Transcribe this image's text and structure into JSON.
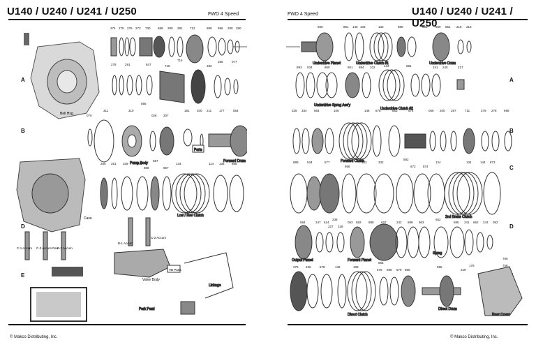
{
  "header": {
    "left_title": "U140 / U240 / U241 / U250",
    "left_subtitle": "FWD 4 Speed",
    "right_subtitle": "FWD 4 Speed",
    "right_title": "U140 / U240 / U241 / U250"
  },
  "rows": [
    "A",
    "B",
    "C",
    "D",
    "E"
  ],
  "left_labels": {
    "bell_housing": "Bell Hsg.",
    "pump_body": "Pump Body",
    "forward_drum": "Forward Drum",
    "case": "Case",
    "low_rev_clutch": "Low / Rev Clutch",
    "c1_accum": "C-1 Accum",
    "c3_accum": "C-3 Accum Rev",
    "b3_accum": "B-3 Accum",
    "b1_accum": "B-1 Accum",
    "c2_accum": "C-2 Accum",
    "valve_body": "Valve Body",
    "linkage": "Linkage",
    "park_pawl": "Park Pawl",
    "parts_box": "Parts",
    "vb_parts": "VB Parts"
  },
  "right_labels": {
    "underdrive_planet": "Underdrive Planet",
    "underdrive_drum": "Underdrive Drum",
    "underdrive_clutch_1": "Underdrive Clutch #1",
    "underdrive_sprag": "Underdrive Sprag Ass'y",
    "underdrive_clutch_2": "Underdrive Clutch #2",
    "forward_clutch": "Forward Clutch",
    "second_brake_clutch": "2nd Brake Clutch",
    "output_planet": "Output Planet",
    "forward_planet": "Forward Planet",
    "direct_clutch": "Direct Clutch",
    "direct_drum": "Direct Drum",
    "rear_cover": "Rear Cover",
    "sprag": "Sprag"
  },
  "part_numbers": {
    "a_left_top": [
      "274",
      "275",
      "276",
      "273",
      "730",
      "689",
      "280",
      "281",
      "712",
      "899",
      "596",
      "280",
      "280"
    ],
    "a_left_bottom": [
      "278",
      "291",
      "847",
      "716",
      "715",
      "282",
      "286",
      "077"
    ],
    "b_left": [
      "070",
      "311",
      "310",
      "556",
      "026",
      "307",
      "181",
      "200",
      "211",
      "177",
      "554"
    ],
    "c_left": [
      "250",
      "251",
      "339",
      "338",
      "567",
      "858",
      "657",
      "134",
      "114",
      "135",
      "885"
    ],
    "a_right_top": [
      "566",
      "861",
      "145",
      "103",
      "133",
      "580",
      "606",
      "559",
      "551",
      "216",
      "215"
    ],
    "a_right_bottom": [
      "893",
      "034",
      "850",
      "861",
      "894",
      "102",
      "133",
      "581",
      "241",
      "240",
      "217"
    ],
    "b_right": [
      "335",
      "334",
      "564",
      "108",
      "146",
      "678",
      "553",
      "574",
      "050",
      "200",
      "287",
      "711",
      "279",
      "278",
      "698"
    ],
    "c_right": [
      "889",
      "534",
      "577",
      "958",
      "333",
      "332",
      "582",
      "672",
      "874",
      "124",
      "134",
      "144",
      "873"
    ],
    "d_right": [
      "584",
      "247",
      "614",
      "238",
      "227",
      "239",
      "053",
      "582",
      "888",
      "622",
      "242",
      "899",
      "863",
      "652",
      "695",
      "241",
      "662",
      "243",
      "052"
    ],
    "e_right": [
      "275",
      "226",
      "678",
      "146",
      "108",
      "565",
      "575",
      "595",
      "579",
      "860",
      "555",
      "229",
      "179",
      "780",
      "759"
    ]
  },
  "footer": {
    "left": "© Makco Distributing, Inc.",
    "right": "© Makco Distributing, Inc."
  }
}
